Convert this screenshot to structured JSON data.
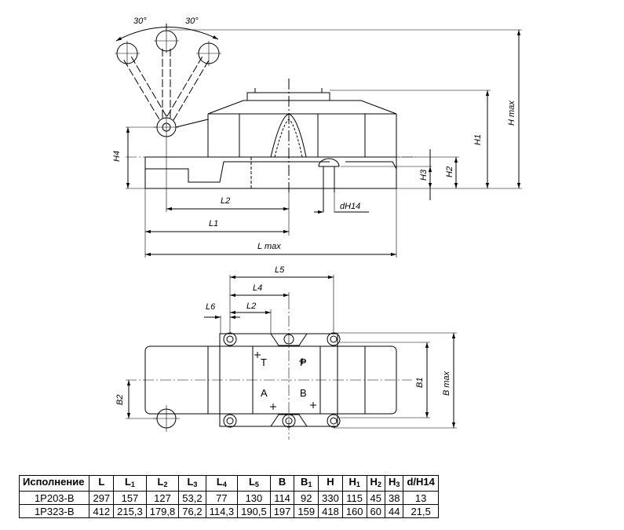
{
  "labels": {
    "angle_left": "30°",
    "angle_right": "30°",
    "H4": "H4",
    "H3": "H3",
    "H2": "H2",
    "H1": "H1",
    "Hmax": "H max",
    "L2_top": "L2",
    "L1": "L1",
    "Lmax": "L max",
    "dH14": "dH14",
    "L5": "L5",
    "L4": "L4",
    "L6": "L6",
    "L2_plan": "L2",
    "B1": "B1",
    "Bmax": "B max",
    "B2": "B2"
  },
  "ports": {
    "T": "T",
    "P": "P",
    "A": "A",
    "B": "B"
  },
  "table": {
    "headers": [
      {
        "main": "Исполнение",
        "sub": ""
      },
      {
        "main": "L",
        "sub": ""
      },
      {
        "main": "L",
        "sub": "1"
      },
      {
        "main": "L",
        "sub": "2"
      },
      {
        "main": "L",
        "sub": "3"
      },
      {
        "main": "L",
        "sub": "4"
      },
      {
        "main": "L",
        "sub": "5"
      },
      {
        "main": "B",
        "sub": ""
      },
      {
        "main": "B",
        "sub": "1"
      },
      {
        "main": "H",
        "sub": ""
      },
      {
        "main": "H",
        "sub": "1"
      },
      {
        "main": "H",
        "sub": "2"
      },
      {
        "main": "H",
        "sub": "3"
      },
      {
        "main": "d/H14",
        "sub": ""
      }
    ],
    "rows": [
      [
        "1Р203-В",
        "297",
        "157",
        "127",
        "53,2",
        "77",
        "130",
        "114",
        "92",
        "330",
        "115",
        "45",
        "38",
        "13"
      ],
      [
        "1Р323-В",
        "412",
        "215,3",
        "179,8",
        "76,2",
        "114,3",
        "190,5",
        "197",
        "159",
        "418",
        "160",
        "60",
        "44",
        "21,5"
      ]
    ]
  }
}
